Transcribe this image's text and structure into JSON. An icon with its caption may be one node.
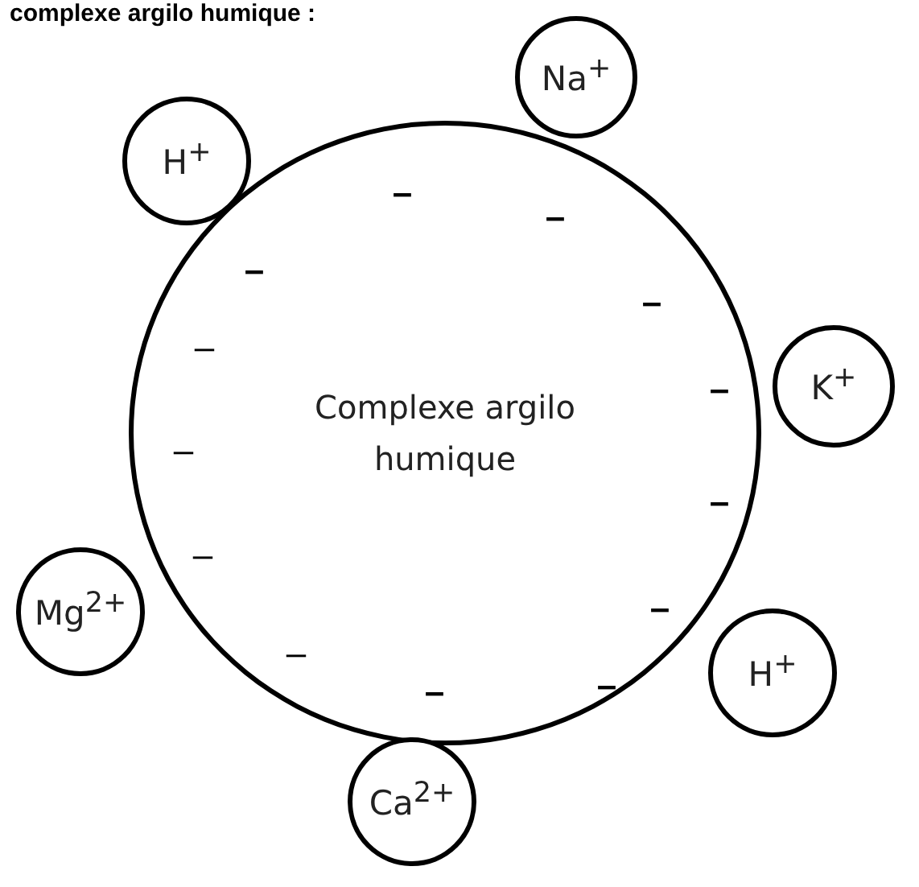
{
  "diagram": {
    "title": "complexe argilo humique :",
    "nodes": [
      {
        "text": [
          "Complexe argilo humique"
        ]
      },
      {
        "text": [
          "H$^{+}$"
        ]
      },
      {
        "text": [
          "Na$^{+}$"
        ]
      },
      {
        "text": [
          "K$^{+}$"
        ]
      },
      {
        "text": [
          "Mg$^{2+}$"
        ]
      },
      {
        "text": [
          "H$^{+}$"
        ]
      },
      {
        "text": [
          "Ca$^{2+}$"
        ]
      }
    ],
    "labels": [
      "–",
      "–",
      "–",
      "–",
      "–",
      "–",
      "–",
      "–",
      "–",
      "–",
      "–",
      "–",
      "–"
    ]
  }
}
